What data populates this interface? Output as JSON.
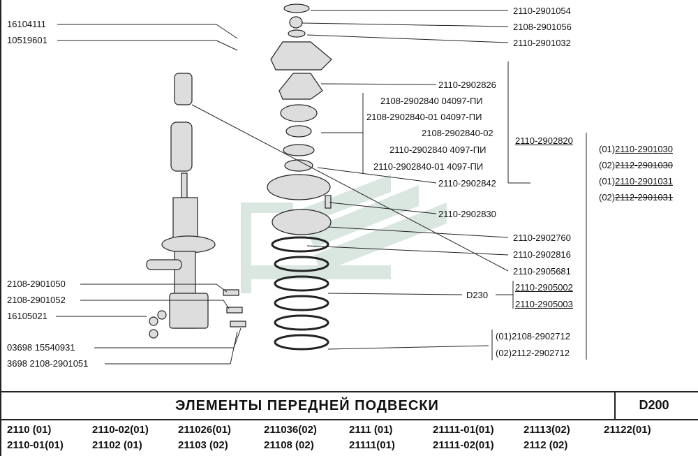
{
  "left_labels": [
    "16104111",
    "10519601",
    "2108-2901050",
    "2108-2901052",
    "16105021",
    "03698  15540931",
    "3698  2108-2901051"
  ],
  "right_labels": [
    "2110-2901054",
    "2108-2901056",
    "2110-2901032",
    "2110-2902826",
    "2110-2902820",
    "2110-2902842",
    "2110-2902830",
    "2110-2902760",
    "2110-2902816",
    "2110-2905681",
    "D230",
    "2110-2905002",
    "2110-2905003",
    "(01)2108-2902712",
    "(02)2112-2902712"
  ],
  "center_labels": [
    "2108-2902840  04097-ПИ",
    "2108-2902840-01  04097-ПИ",
    "2108-2902840-02",
    "2110-2902840  4097-ПИ",
    "2110-2902840-01  4097-ПИ"
  ],
  "alt_prefixes": [
    "(01)",
    "(02)",
    "(01)",
    "(02)"
  ],
  "alt_parts": [
    "2110-2901030",
    "2112-2901030",
    "2110-2901031",
    "2112-2901031"
  ],
  "title": "ЭЛЕМЕНТЫ  ПЕРЕДНЕЙ  ПОДВЕСКИ",
  "code": "D200",
  "models": [
    "2110    (01)",
    "2110-02(01)",
    "211026(01)",
    "211036(02)",
    "2111  (01)",
    "21111-01(01)",
    "21113(02)",
    "21122(01)",
    "2110-01(01)",
    "21102   (01)",
    "21103  (02)",
    "21108  (02)",
    "21111(01)",
    "21111-02(01)",
    "2112  (02)"
  ]
}
